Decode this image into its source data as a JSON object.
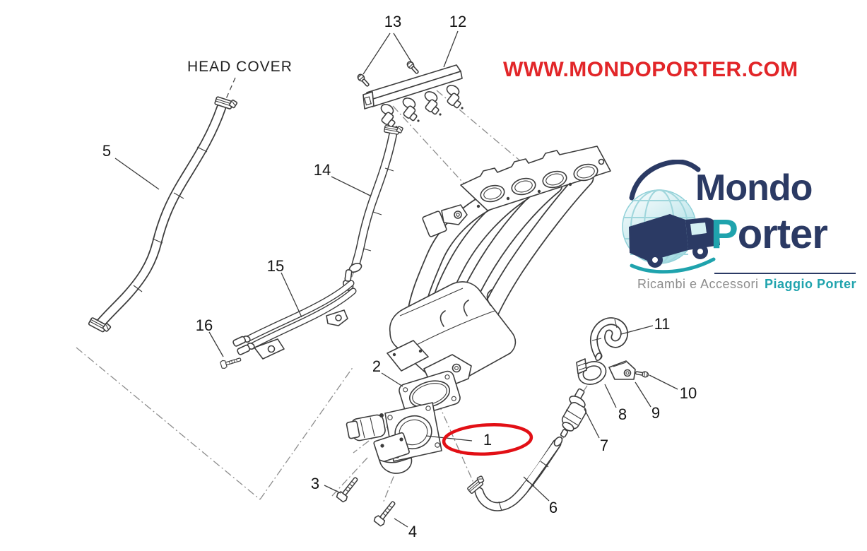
{
  "diagram": {
    "head_cover_label": "HEAD COVER",
    "line_color": "#3c3c3c",
    "highlight_color": "#e20f15",
    "callouts": [
      {
        "n": "1",
        "highlighted": true
      },
      {
        "n": "2"
      },
      {
        "n": "3"
      },
      {
        "n": "4"
      },
      {
        "n": "5"
      },
      {
        "n": "6"
      },
      {
        "n": "7"
      },
      {
        "n": "8"
      },
      {
        "n": "9"
      },
      {
        "n": "10"
      },
      {
        "n": "11"
      },
      {
        "n": "12"
      },
      {
        "n": "13"
      },
      {
        "n": "14"
      },
      {
        "n": "15"
      },
      {
        "n": "16"
      }
    ]
  },
  "branding": {
    "website": "WWW.MONDOPORTER.COM",
    "website_color": "#e22629",
    "logo": {
      "name_line1": "Mondo",
      "name_line2_initial": "P",
      "name_line2_rest": "orter",
      "tagline_left": "Ricambi e Accessori",
      "tagline_right": "Piaggio Porter",
      "navy": "#2b3a64",
      "teal": "#1fa3ad",
      "gray": "#8d8d8d"
    }
  }
}
